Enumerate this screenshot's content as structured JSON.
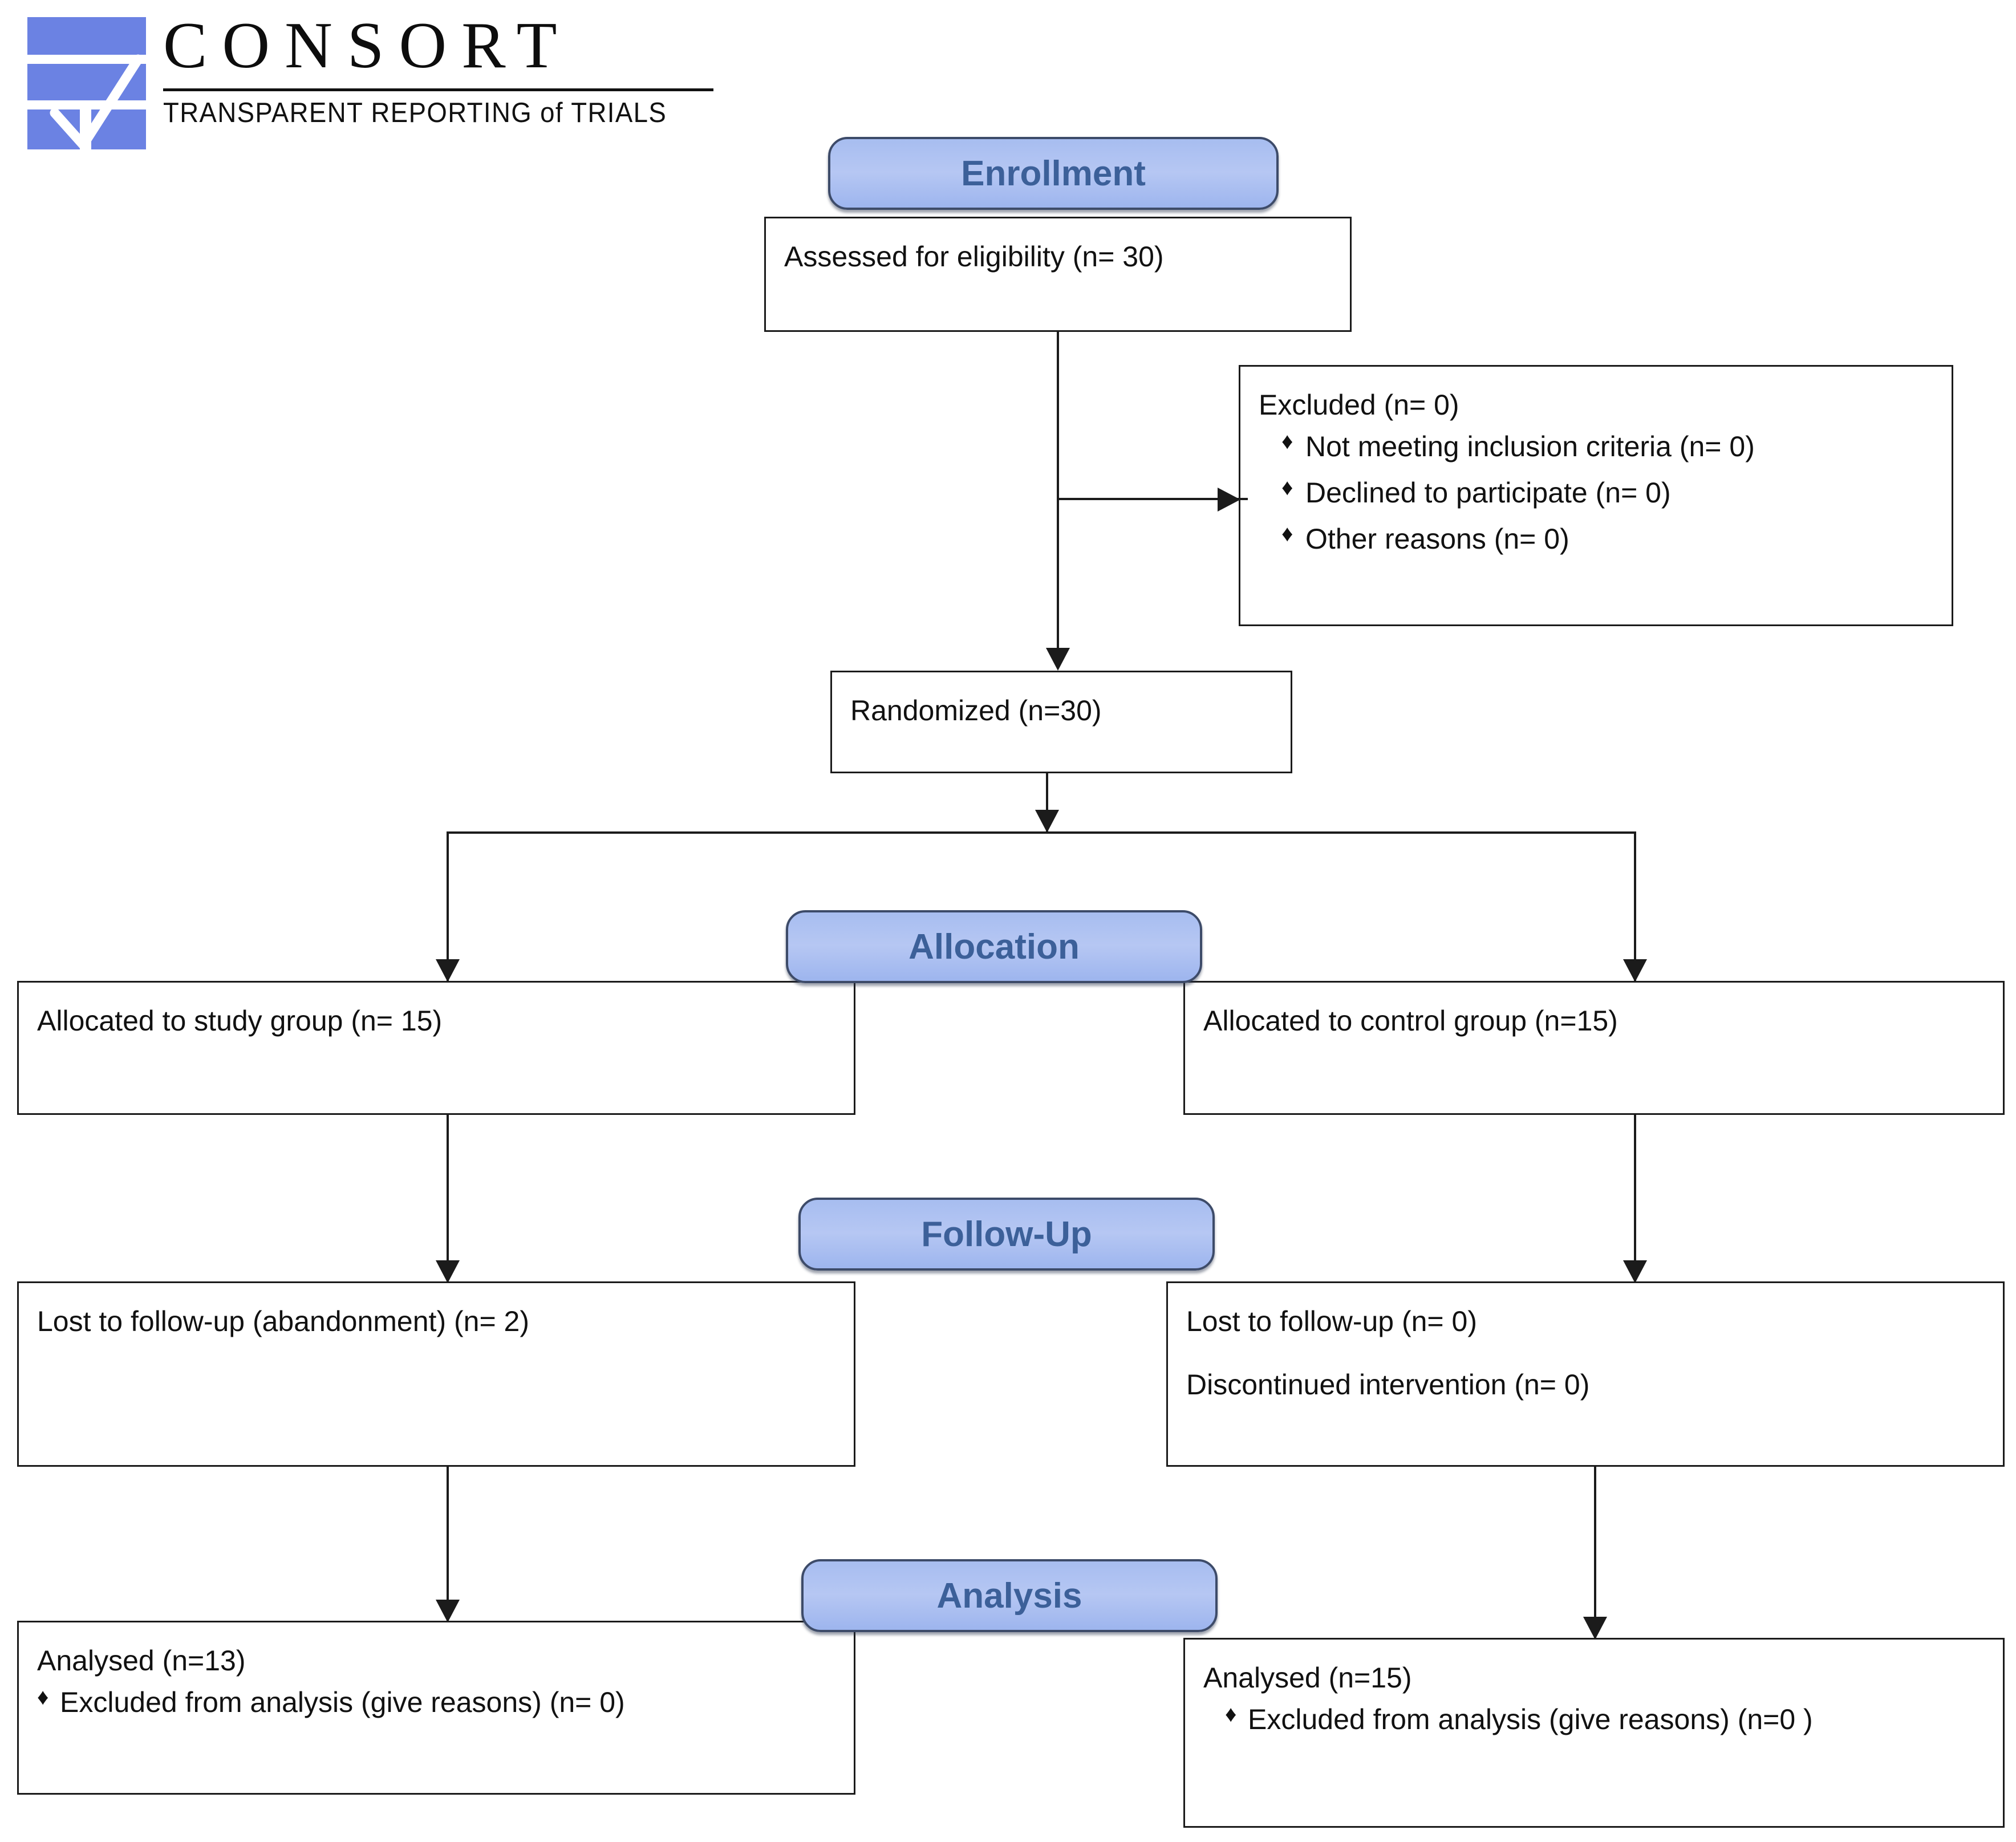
{
  "logo": {
    "wordmark": "CONSORT",
    "tagline_main": "TRANSPARENT REPORTING",
    "tagline_of": "of",
    "tagline_end": "TRIALS",
    "mark_color": "#6b82e3"
  },
  "colors": {
    "banner_fill": "#b0c4f2",
    "banner_text": "#3c6099",
    "banner_border": "#3d4b69",
    "box_border": "#1b1b1b",
    "box_text": "#111111"
  },
  "phases": {
    "enrollment": "Enrollment",
    "allocation": "Allocation",
    "followup": "Follow-Up",
    "analysis": "Analysis"
  },
  "boxes": {
    "assessed": {
      "line1": "Assessed for eligibility (n= 30)"
    },
    "excluded": {
      "title": "Excluded (n= 0)",
      "reasons": [
        "Not meeting inclusion criteria (n=  0)",
        "Declined to participate (n=  0)",
        "Other reasons (n=  0)"
      ]
    },
    "randomized": {
      "line1": "Randomized (n=30)"
    },
    "alloc_left": {
      "line1": "Allocated to study group (n= 15)"
    },
    "alloc_right": {
      "line1": "Allocated to control group (n=15)"
    },
    "follow_left": {
      "line1": "Lost to follow-up (abandonment) (n= 2)"
    },
    "follow_right": {
      "line1": "Lost to follow-up (n= 0)",
      "line2": "Discontinued intervention (n= 0)"
    },
    "analysis_left": {
      "title": "Analysed (n=13)",
      "items": [
        "Excluded from analysis (give reasons) (n= 0)"
      ]
    },
    "analysis_right": {
      "title": "Analysed (n=15)",
      "items": [
        "Excluded from analysis (give reasons) (n=0 )"
      ]
    }
  },
  "chart_data": {
    "type": "diagram",
    "title": "CONSORT 2010 Flow Diagram",
    "nodes": [
      {
        "id": "assessed",
        "phase": "Enrollment",
        "label": "Assessed for eligibility",
        "n": 30
      },
      {
        "id": "excluded",
        "phase": "Enrollment",
        "label": "Excluded",
        "n": 0,
        "children": [
          {
            "label": "Not meeting inclusion criteria",
            "n": 0
          },
          {
            "label": "Declined to participate",
            "n": 0
          },
          {
            "label": "Other reasons",
            "n": 0
          }
        ]
      },
      {
        "id": "randomized",
        "phase": "Enrollment",
        "label": "Randomized",
        "n": 30
      },
      {
        "id": "alloc_left",
        "phase": "Allocation",
        "label": "Allocated to study group",
        "n": 15
      },
      {
        "id": "alloc_right",
        "phase": "Allocation",
        "label": "Allocated to control group",
        "n": 15
      },
      {
        "id": "follow_left",
        "phase": "Follow-Up",
        "label": "Lost to follow-up (abandonment)",
        "n": 2
      },
      {
        "id": "follow_right",
        "phase": "Follow-Up",
        "label": "Lost to follow-up",
        "n": 0,
        "extra": [
          {
            "label": "Discontinued intervention",
            "n": 0
          }
        ]
      },
      {
        "id": "analysis_left",
        "phase": "Analysis",
        "label": "Analysed",
        "n": 13,
        "children": [
          {
            "label": "Excluded from analysis (give reasons)",
            "n": 0
          }
        ]
      },
      {
        "id": "analysis_right",
        "phase": "Analysis",
        "label": "Analysed",
        "n": 15,
        "children": [
          {
            "label": "Excluded from analysis (give reasons)",
            "n": 0
          }
        ]
      }
    ],
    "edges": [
      {
        "from": "assessed",
        "to": "excluded",
        "direction": "right"
      },
      {
        "from": "assessed",
        "to": "randomized",
        "direction": "down"
      },
      {
        "from": "randomized",
        "to": "alloc_left",
        "direction": "down-left"
      },
      {
        "from": "randomized",
        "to": "alloc_right",
        "direction": "down-right"
      },
      {
        "from": "alloc_left",
        "to": "follow_left",
        "direction": "down"
      },
      {
        "from": "alloc_right",
        "to": "follow_right",
        "direction": "down"
      },
      {
        "from": "follow_left",
        "to": "analysis_left",
        "direction": "down"
      },
      {
        "from": "follow_right",
        "to": "analysis_right",
        "direction": "down"
      }
    ]
  }
}
